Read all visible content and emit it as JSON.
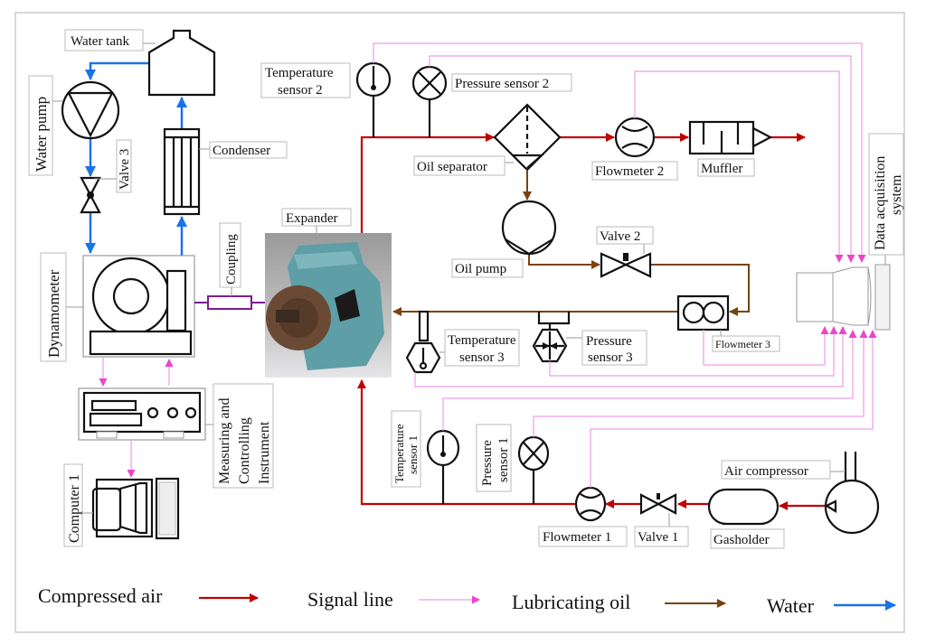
{
  "labels": {
    "water_tank": "Water tank",
    "water_pump": "Water pump",
    "valve_3": "Valve 3",
    "condenser": "Condenser",
    "dynamometer": "Dynamometer",
    "coupling": "Coupling",
    "expander": "Expander",
    "measuring_line1": "Measuring and",
    "measuring_line2": "Controlling",
    "measuring_line3": "Instrument",
    "computer_1": "Computer 1",
    "temperature_sensor_2_line1": "Temperature",
    "temperature_sensor_2_line2": "sensor 2",
    "pressure_sensor_2": "Pressure sensor 2",
    "oil_separator": "Oil separator",
    "flowmeter_2": "Flowmeter 2",
    "muffler": "Muffler",
    "oil_pump": "Oil pump",
    "valve_2": "Valve 2",
    "flowmeter_3": "Flowmeter 3",
    "temperature_sensor_3_line1": "Temperature",
    "temperature_sensor_3_line2": "sensor 3",
    "pressure_sensor_3_line1": "Pressure",
    "pressure_sensor_3_line2": "sensor 3",
    "data_acquisition_line1": "Data acquisition",
    "data_acquisition_line2": "system",
    "temperature_sensor_1_line1": "Temperature",
    "temperature_sensor_1_line2": "sensor 1",
    "pressure_sensor_1_line1": "Pressure",
    "pressure_sensor_1_line2": "sensor 1",
    "air_compressor": "Air compressor",
    "flowmeter_1": "Flowmeter 1",
    "valve_1": "Valve 1",
    "gasholder": "Gasholder"
  },
  "legend": [
    {
      "label": "Compressed air",
      "color": "#c00000"
    },
    {
      "label": "Signal line",
      "color": "#ee9de6"
    },
    {
      "label": "Lubricating oil",
      "color": "#7a4210"
    },
    {
      "label": "Water",
      "color": "#1a73e8"
    }
  ],
  "colors": {
    "coupling": "#7a1f8f",
    "signal_arrow": "#ee44cc"
  }
}
